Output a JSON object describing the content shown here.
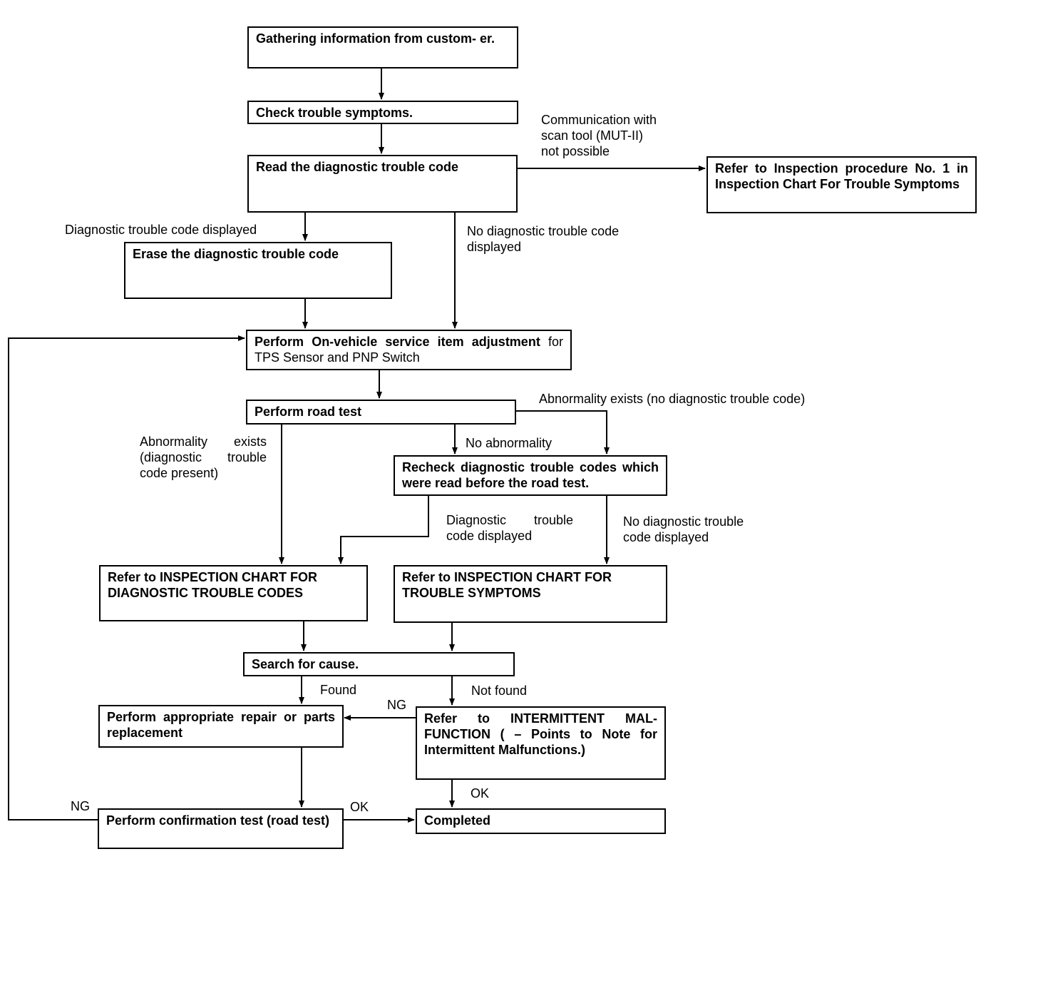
{
  "boxes": {
    "gather": "Gathering information from custom- er.",
    "check": "Check trouble symptoms.",
    "read": "Read the diagnostic trouble code",
    "refer_no1": "Refer to Inspection procedure No. 1 in Inspection Chart For Trouble Symptoms",
    "erase": "Erase the diagnostic trouble code",
    "adjust_bold": "Perform On-vehicle service item adjustment",
    "adjust_normal": " for TPS Sensor and PNP Switch",
    "road_test": "Perform road test",
    "recheck": "Recheck diagnostic trouble codes which were read before the road test.",
    "chart_dtc": "Refer to INSPECTION CHART FOR DIAGNOSTIC TROUBLE CODES",
    "chart_symptoms": "Refer to INSPECTION CHART FOR TROUBLE SYMPTOMS",
    "search": "Search for cause.",
    "repair": "Perform appropriate repair or parts replacement",
    "intermittent": "Refer to INTERMITTENT MAL- FUNCTION ( – Points to Note for Intermittent Malfunctions.)",
    "confirm": "Perform confirmation test (road test)",
    "completed": "Completed"
  },
  "labels": {
    "comm_not_possible": "Communication with\nscan tool (MUT-II)\nnot possible",
    "dtc_displayed": "Diagnostic trouble code displayed",
    "no_dtc_displayed": "No diagnostic trouble code\ndisplayed",
    "abn_no_dtc": "Abnormality exists (no diagnostic trouble code)",
    "no_abnormality": "No abnormality",
    "abn_dtc_present": "Abnormality exists (diagnostic trouble code present)",
    "dtc_displayed_2": "Diagnostic trouble code displayed",
    "no_dtc_displayed_2": "No diagnostic trouble\ncode displayed",
    "found": "Found",
    "not_found": "Not found",
    "ng_right": "NG",
    "ok_bottom": "OK",
    "ng_left": "NG",
    "ok_left": "OK"
  }
}
